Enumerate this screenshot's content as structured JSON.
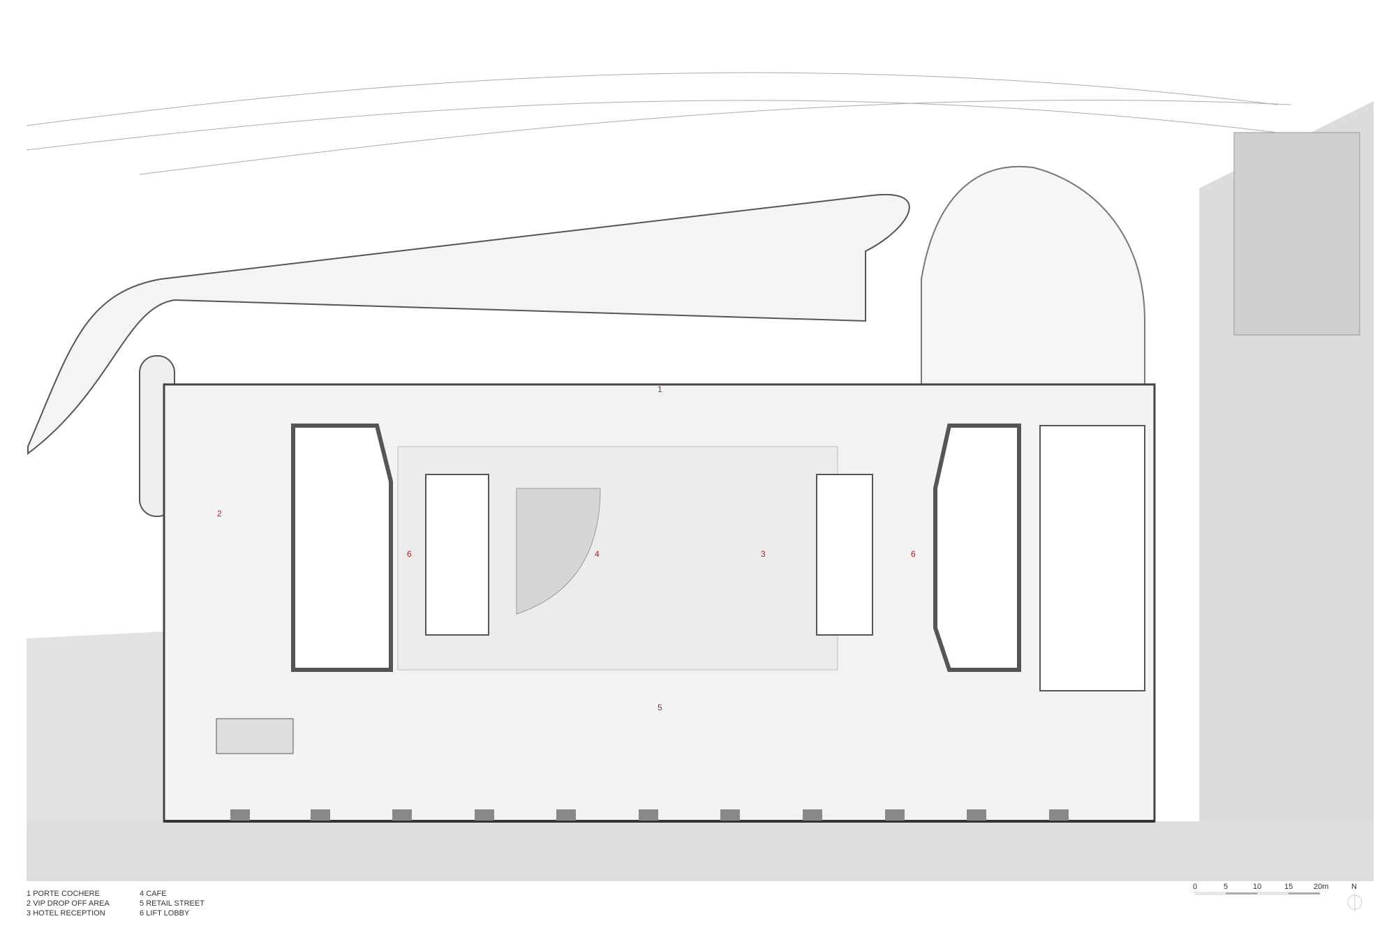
{
  "plan": {
    "room_tags": [
      "1",
      "2",
      "3",
      "4",
      "5",
      "6",
      "6"
    ],
    "legend": [
      {
        "num": "1",
        "label": "PORTE COCHERE"
      },
      {
        "num": "2",
        "label": "VIP DROP OFF AREA"
      },
      {
        "num": "3",
        "label": "HOTEL RECEPTION"
      },
      {
        "num": "4",
        "label": "CAFE"
      },
      {
        "num": "5",
        "label": "RETAIL STREET"
      },
      {
        "num": "6",
        "label": "LIFT LOBBY"
      }
    ],
    "scale_bar": {
      "ticks": [
        "0",
        "5",
        "10",
        "15",
        "20m"
      ]
    },
    "north_label": "N",
    "colors": {
      "label": "#b02020",
      "wall": "#555555",
      "shade": "#d9d9d9",
      "line": "#999999"
    }
  }
}
